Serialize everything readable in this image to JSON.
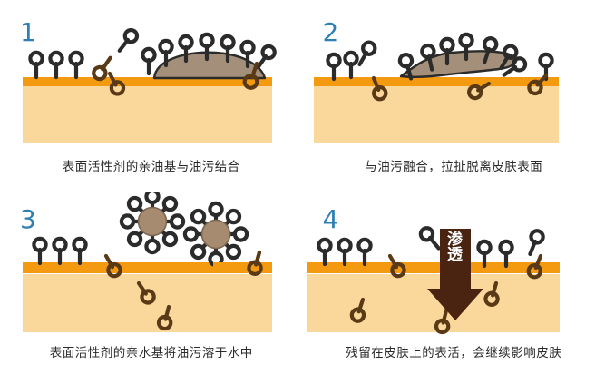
{
  "figure": {
    "title_visible": false,
    "background_color": "#ffffff",
    "panel_count": 4
  },
  "colors": {
    "number_blue": "#2e80b4",
    "skin_surface_band": "#f49a11",
    "skin_body": "#fad79b",
    "oil_blob": "#a4907a",
    "oil_blob_stroke": "#2b2b2b",
    "micelle_core": "#a68b70",
    "surfactant_outline_dark": "#2b2b2b",
    "surfactant_outline_brown": "#5a3a16",
    "arrow_brown": "#4a2411",
    "caption_text": "#2a2a2a",
    "penetrate_text": "#ffffff"
  },
  "panels": [
    {
      "id": "panel-1",
      "number": "1",
      "caption": "表面活性剂的亲油基与油污结合",
      "scene": {
        "has_oil_blob": true,
        "oil_blob_shape": "dome",
        "has_micelles": false,
        "has_arrow": false,
        "surfactants_above_surface": 12,
        "surfactants_embedded_in_surface": 2,
        "surfactants_below_surface": 0
      }
    },
    {
      "id": "panel-2",
      "number": "2",
      "caption": "与油污融合，拉扯脱离皮肤表面",
      "scene": {
        "has_oil_blob": true,
        "oil_blob_shape": "lifting-wedge",
        "has_micelles": false,
        "has_arrow": false,
        "surfactants_above_surface": 12,
        "surfactants_embedded_in_surface": 3,
        "surfactants_below_surface": 0
      }
    },
    {
      "id": "panel-3",
      "number": "3",
      "caption": "表面活性剂的亲水基将油污溶于水中",
      "scene": {
        "has_oil_blob": false,
        "has_micelles": true,
        "micelle_count": 2,
        "micelle_arms": 8,
        "has_arrow": false,
        "surfactants_above_surface": 3,
        "surfactants_embedded_in_surface": 2,
        "surfactants_below_surface": 2
      }
    },
    {
      "id": "panel-4",
      "number": "4",
      "caption": "残留在皮肤上的表活，会继续影响皮肤",
      "scene": {
        "has_oil_blob": false,
        "has_micelles": false,
        "has_arrow": true,
        "arrow_label": "渗透",
        "arrow_direction": "down",
        "surfactants_above_surface": 7,
        "surfactants_embedded_in_surface": 2,
        "surfactants_below_surface": 3
      }
    }
  ]
}
